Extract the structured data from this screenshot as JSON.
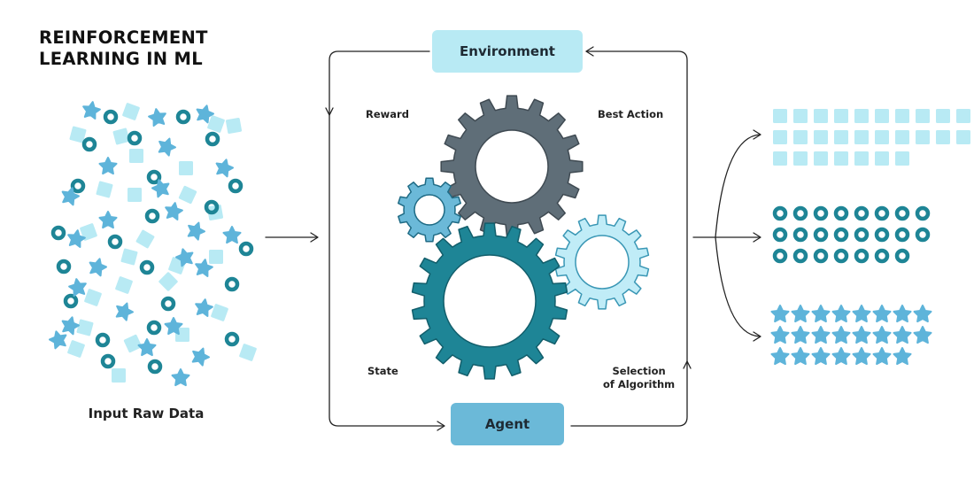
{
  "title": {
    "line1": "REINFORCEMENT",
    "line2": "LEARNING IN ML"
  },
  "input_caption": "Input Raw Data",
  "nodes": {
    "environment": "Environment",
    "agent": "Agent"
  },
  "labels": {
    "reward": "Reward",
    "best_action": "Best Action",
    "state": "State",
    "selection_line1": "Selection",
    "selection_line2": "of Algorithm"
  },
  "colors": {
    "light_square": "#b8eaf4",
    "teal_ring": "#1e8596",
    "star": "#5eb4da",
    "gear_gray": "#5f6e78",
    "gear_teal": "#1e8596",
    "gear_blue": "#6bb9d8",
    "gear_light": "#c0ecf7",
    "environment_box": "#b8eaf4",
    "agent_box": "#6bb9d8",
    "line": "#222222"
  },
  "icons": [
    "square-icon",
    "ring-icon",
    "star-icon",
    "gear-icon",
    "arrow-icon"
  ],
  "outputs": {
    "squares_rows": [
      10,
      10,
      7
    ],
    "rings_rows": [
      8,
      8,
      7
    ],
    "stars_rows": [
      8,
      8,
      7
    ]
  }
}
